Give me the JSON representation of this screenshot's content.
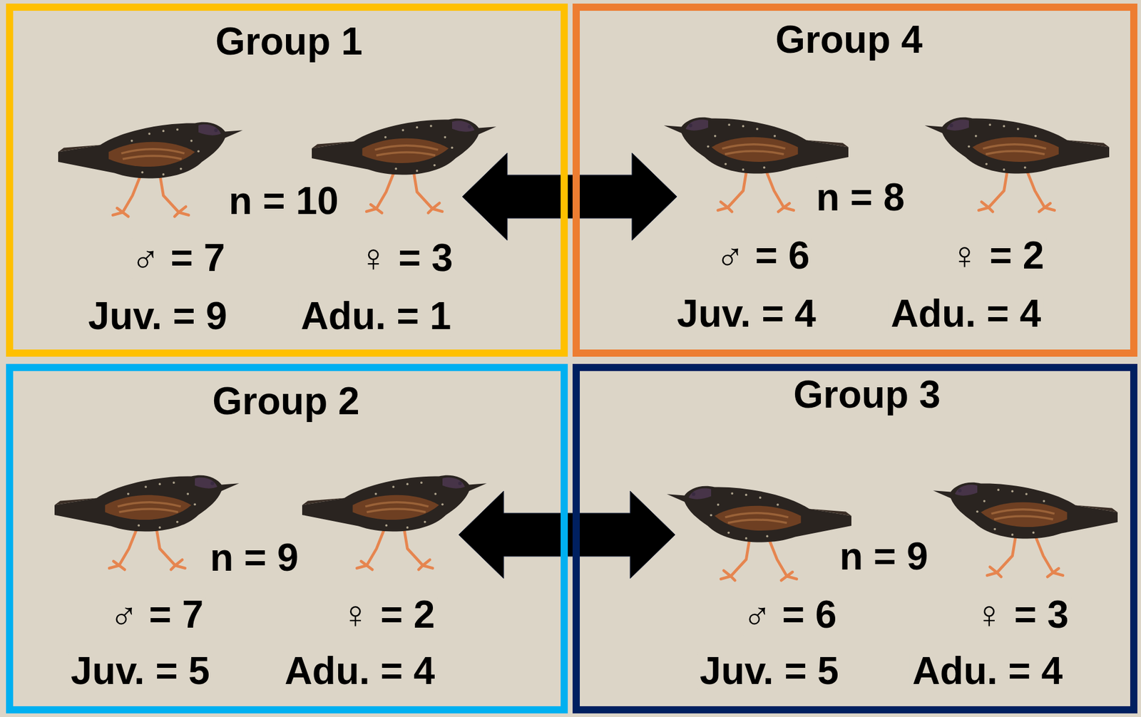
{
  "diagram": {
    "nodes": [
      {
        "text": [
          "Group 1",
          "n = 10",
          "♂ = 7",
          "♀ = 3",
          "Juv. = 9",
          "Adu. = 1"
        ]
      },
      {
        "text": [
          "Group 4",
          "n = 8",
          "♂ = 6",
          "♀ = 2",
          "Juv. = 4",
          "Adu. = 4"
        ]
      },
      {
        "text": [
          "Group 2",
          "n = 9",
          "♂ = 7",
          "♀ = 2",
          "Juv. = 5",
          "Adu. = 4"
        ]
      },
      {
        "text": [
          "Group 3",
          "n = 9",
          "♂ = 6",
          "♀ = 3",
          "Juv. = 5",
          "Adu. = 4"
        ]
      }
    ],
    "edges": [
      {
        "from": 0,
        "to": 1,
        "arrow": "both"
      },
      {
        "from": 2,
        "to": 3,
        "arrow": "both"
      }
    ]
  }
}
